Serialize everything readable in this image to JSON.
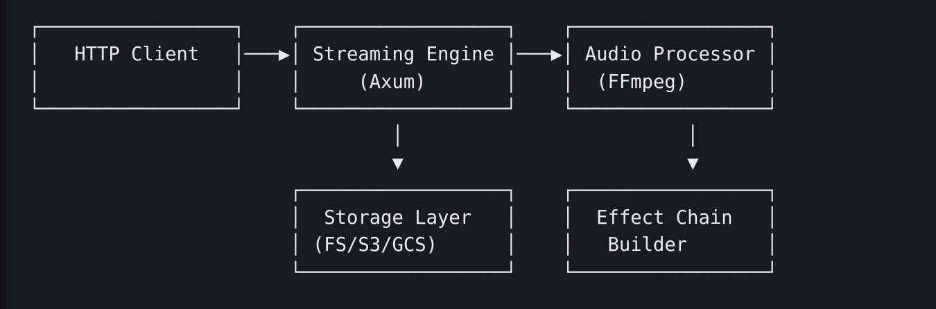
{
  "colors": {
    "background": "#171b24",
    "left_margin_strip": "#0f1217",
    "foreground": "#e8ebf2"
  },
  "diagram": {
    "type": "ascii-flowchart",
    "nodes": [
      {
        "id": "http-client",
        "label": "HTTP Client"
      },
      {
        "id": "streaming-engine",
        "label": "Streaming Engine",
        "sublabel": "(Axum)"
      },
      {
        "id": "audio-processor",
        "label": "Audio Processor",
        "sublabel": "(FFmpeg)"
      },
      {
        "id": "storage-layer",
        "label": "Storage Layer",
        "sublabel": "(FS/S3/GCS)"
      },
      {
        "id": "effect-chain-builder",
        "label": "Effect Chain",
        "sublabel": "Builder"
      }
    ],
    "edges": [
      {
        "from": "http-client",
        "to": "streaming-engine",
        "direction": "right",
        "glyph": "───▶"
      },
      {
        "from": "streaming-engine",
        "to": "audio-processor",
        "direction": "right",
        "glyph": "───▶"
      },
      {
        "from": "streaming-engine",
        "to": "storage-layer",
        "direction": "down",
        "glyph": "│ ▼"
      },
      {
        "from": "audio-processor",
        "to": "effect-chain-builder",
        "direction": "down",
        "glyph": "│ ▼"
      }
    ],
    "lines": [
      "  ┌─────────────────┐    ┌──────────────────┐    ┌─────────────────┐",
      "  │   HTTP Client   │───▶│ Streaming Engine │───▶│ Audio Processor │",
      "  │                 │    │     (Axum)       │    │  (FFmpeg)       │",
      "  └─────────────────┘    └──────────────────┘    └─────────────────┘",
      "                                  │                         │",
      "                                  ▼                         ▼",
      "                         ┌──────────────────┐    ┌─────────────────┐",
      "                         │  Storage Layer   │    │  Effect Chain   │",
      "                         │ (FS/S3/GCS)      │    │   Builder       │",
      "                         └──────────────────┘    └─────────────────┘"
    ]
  }
}
